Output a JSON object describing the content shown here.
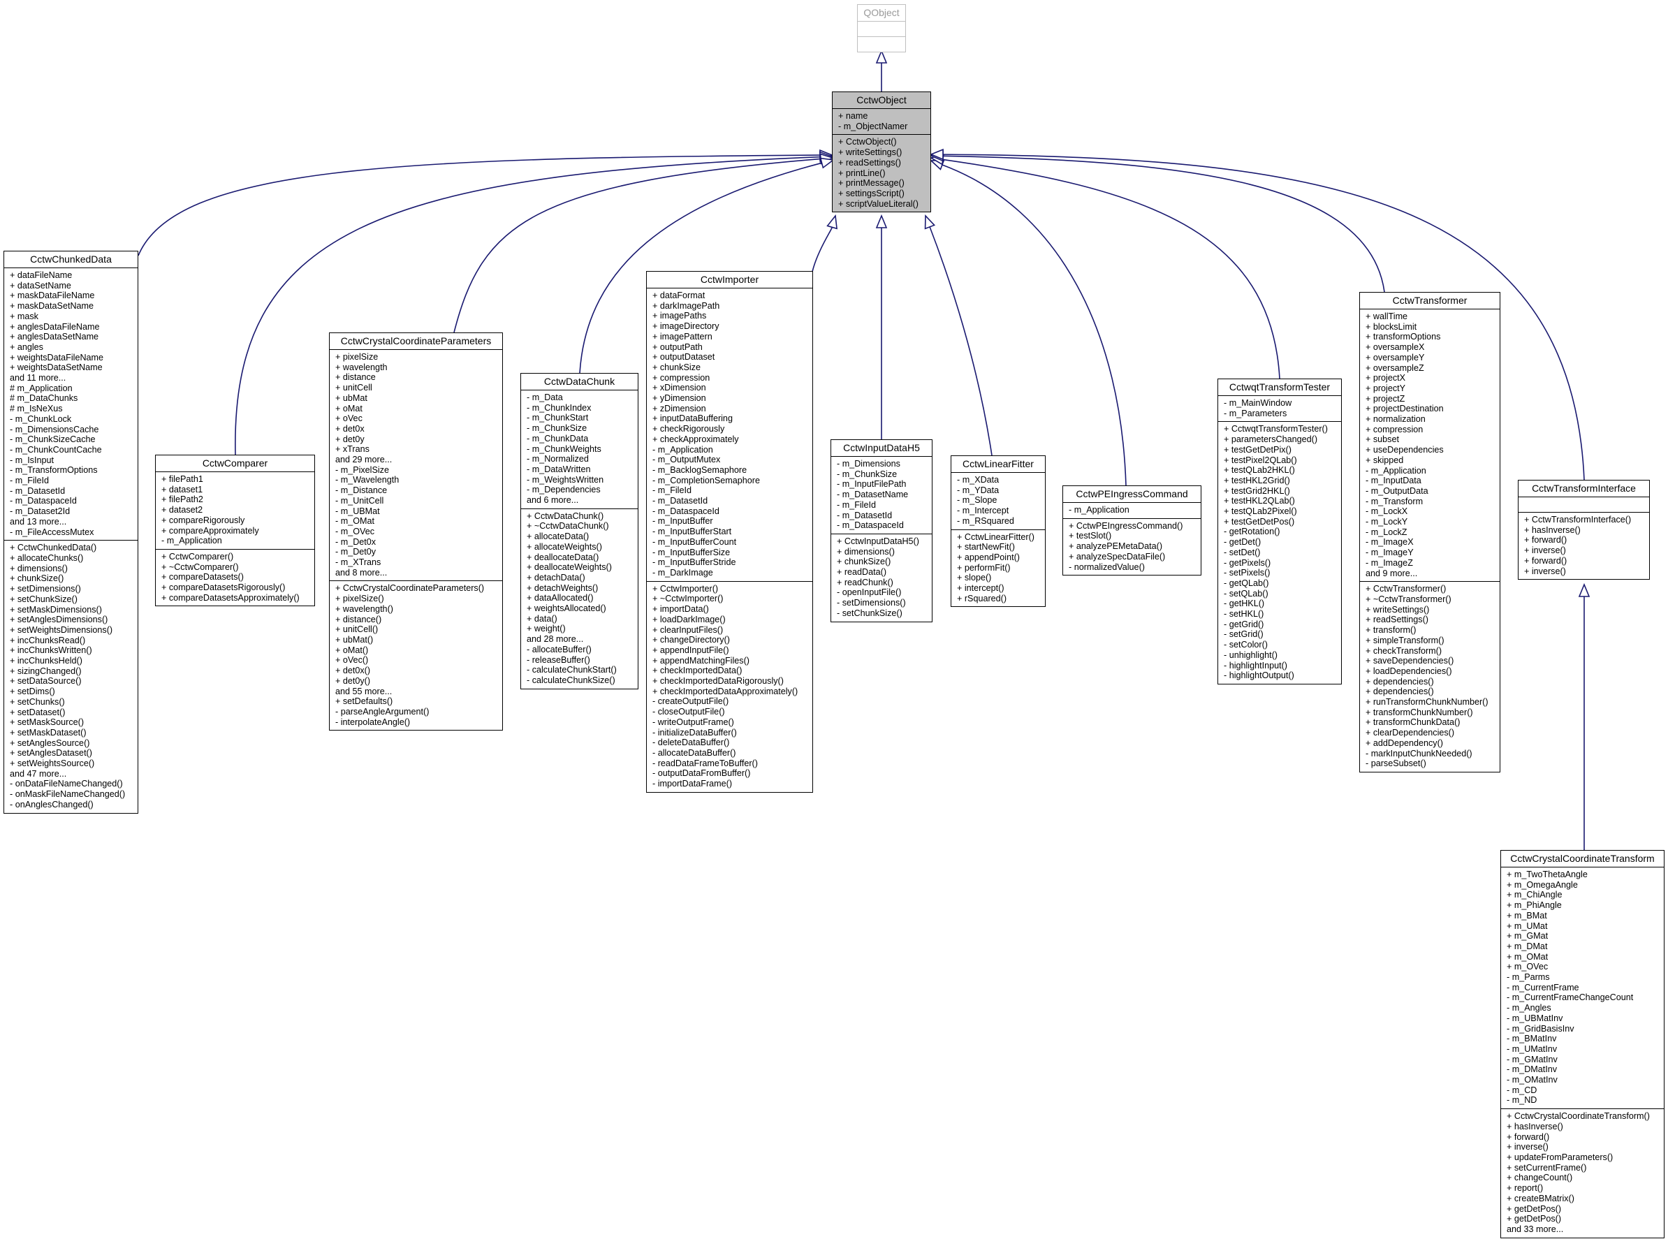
{
  "classes": {
    "qobject": {
      "name": "QObject",
      "attrs": [],
      "methods": []
    },
    "cctwobject": {
      "name": "CctwObject",
      "attrs": [
        "+ name",
        "- m_ObjectNamer"
      ],
      "methods": [
        "+ CctwObject()",
        "+ writeSettings()",
        "+ readSettings()",
        "+ printLine()",
        "+ printMessage()",
        "+ settingsScript()",
        "+ scriptValueLiteral()"
      ]
    },
    "chunkeddata": {
      "name": "CctwChunkedData",
      "attrs": [
        "+ dataFileName",
        "+ dataSetName",
        "+ maskDataFileName",
        "+ maskDataSetName",
        "+ mask",
        "+ anglesDataFileName",
        "+ anglesDataSetName",
        "+ angles",
        "+ weightsDataFileName",
        "+ weightsDataSetName",
        "and 11 more...",
        "# m_Application",
        "# m_DataChunks",
        "# m_IsNeXus",
        "- m_ChunkLock",
        "- m_DimensionsCache",
        "- m_ChunkSizeCache",
        "- m_ChunkCountCache",
        "- m_IsInput",
        "- m_TransformOptions",
        "- m_FileId",
        "- m_DatasetId",
        "- m_DataspaceId",
        "- m_Dataset2Id",
        "and 13 more...",
        "- m_FileAccessMutex"
      ],
      "methods": [
        "+ CctwChunkedData()",
        "+ allocateChunks()",
        "+ dimensions()",
        "+ chunkSize()",
        "+ setDimensions()",
        "+ setChunkSize()",
        "+ setMaskDimensions()",
        "+ setAnglesDimensions()",
        "+ setWeightsDimensions()",
        "+ incChunksRead()",
        "+ incChunksWritten()",
        "+ incChunksHeld()",
        "+ sizingChanged()",
        "+ setDataSource()",
        "+ setDims()",
        "+ setChunks()",
        "+ setDataset()",
        "+ setMaskSource()",
        "+ setMaskDataset()",
        "+ setAnglesSource()",
        "+ setAnglesDataset()",
        "+ setWeightsSource()",
        "and 47 more...",
        "- onDataFileNameChanged()",
        "- onMaskFileNameChanged()",
        "- onAnglesChanged()"
      ]
    },
    "comparer": {
      "name": "CctwComparer",
      "attrs": [
        "+ filePath1",
        "+ dataset1",
        "+ filePath2",
        "+ dataset2",
        "+ compareRigorously",
        "+ compareApproximately",
        "- m_Application"
      ],
      "methods": [
        "+ CctwComparer()",
        "+ ~CctwComparer()",
        "+ compareDatasets()",
        "+ compareDatasetsRigorously()",
        "+ compareDatasetsApproximately()"
      ]
    },
    "ccparams": {
      "name": "CctwCrystalCoordinateParameters",
      "attrs": [
        "+ pixelSize",
        "+ wavelength",
        "+ distance",
        "+ unitCell",
        "+ ubMat",
        "+ oMat",
        "+ oVec",
        "+ det0x",
        "+ det0y",
        "+ xTrans",
        "and 29 more...",
        "- m_PixelSize",
        "- m_Wavelength",
        "- m_Distance",
        "- m_UnitCell",
        "- m_UBMat",
        "- m_OMat",
        "- m_OVec",
        "- m_Det0x",
        "- m_Det0y",
        "- m_XTrans",
        "and 8 more..."
      ],
      "methods": [
        "+ CctwCrystalCoordinateParameters()",
        "+ pixelSize()",
        "+ wavelength()",
        "+ distance()",
        "+ unitCell()",
        "+ ubMat()",
        "+ oMat()",
        "+ oVec()",
        "+ det0x()",
        "+ det0y()",
        "and 55 more...",
        "+ setDefaults()",
        "- parseAngleArgument()",
        "- interpolateAngle()"
      ]
    },
    "datachunk": {
      "name": "CctwDataChunk",
      "attrs": [
        "- m_Data",
        "- m_ChunkIndex",
        "- m_ChunkStart",
        "- m_ChunkSize",
        "- m_ChunkData",
        "- m_ChunkWeights",
        "- m_Normalized",
        "- m_DataWritten",
        "- m_WeightsWritten",
        "- m_Dependencies",
        "and 6 more..."
      ],
      "methods": [
        "+ CctwDataChunk()",
        "+ ~CctwDataChunk()",
        "+ allocateData()",
        "+ allocateWeights()",
        "+ deallocateData()",
        "+ deallocateWeights()",
        "+ detachData()",
        "+ detachWeights()",
        "+ dataAllocated()",
        "+ weightsAllocated()",
        "+ data()",
        "+ weight()",
        "and 28 more...",
        "- allocateBuffer()",
        "- releaseBuffer()",
        "- calculateChunkStart()",
        "- calculateChunkSize()"
      ]
    },
    "importer": {
      "name": "CctwImporter",
      "attrs": [
        "+ dataFormat",
        "+ darkImagePath",
        "+ imagePaths",
        "+ imageDirectory",
        "+ imagePattern",
        "+ outputPath",
        "+ outputDataset",
        "+ chunkSize",
        "+ compression",
        "+ xDimension",
        "+ yDimension",
        "+ zDimension",
        "+ inputDataBuffering",
        "+ checkRigorously",
        "+ checkApproximately",
        "- m_Application",
        "- m_OutputMutex",
        "- m_BacklogSemaphore",
        "- m_CompletionSemaphore",
        "- m_FileId",
        "- m_DatasetId",
        "- m_DataspaceId",
        "- m_InputBuffer",
        "- m_InputBufferStart",
        "- m_InputBufferCount",
        "- m_InputBufferSize",
        "- m_InputBufferStride",
        "- m_DarkImage"
      ],
      "methods": [
        "+ CctwImporter()",
        "+ ~CctwImporter()",
        "+ importData()",
        "+ loadDarkImage()",
        "+ clearInputFiles()",
        "+ changeDirectory()",
        "+ appendInputFile()",
        "+ appendMatchingFiles()",
        "+ checkImportedData()",
        "+ checkImportedDataRigorously()",
        "+ checkImportedDataApproximately()",
        "- createOutputFile()",
        "- closeOutputFile()",
        "- writeOutputFrame()",
        "- initializeDataBuffer()",
        "- deleteDataBuffer()",
        "- allocateDataBuffer()",
        "- readDataFrameToBuffer()",
        "- outputDataFromBuffer()",
        "- importDataFrame()"
      ]
    },
    "inputh5": {
      "name": "CctwInputDataH5",
      "attrs": [
        "- m_Dimensions",
        "- m_ChunkSize",
        "- m_InputFilePath",
        "- m_DatasetName",
        "- m_FileId",
        "- m_DatasetId",
        "- m_DataspaceId"
      ],
      "methods": [
        "+ CctwInputDataH5()",
        "+ dimensions()",
        "+ chunkSize()",
        "+ readData()",
        "+ readChunk()",
        "- openInputFile()",
        "- setDimensions()",
        "- setChunkSize()"
      ]
    },
    "linearfitter": {
      "name": "CctwLinearFitter",
      "attrs": [
        "- m_XData",
        "- m_YData",
        "- m_Slope",
        "- m_Intercept",
        "- m_RSquared"
      ],
      "methods": [
        "+ CctwLinearFitter()",
        "+ startNewFit()",
        "+ appendPoint()",
        "+ performFit()",
        "+ slope()",
        "+ intercept()",
        "+ rSquared()"
      ]
    },
    "peingress": {
      "name": "CctwPEIngressCommand",
      "attrs": [
        "- m_Application"
      ],
      "methods": [
        "+ CctwPEIngressCommand()",
        "+ testSlot()",
        "+ analyzePEMetaData()",
        "+ analyzeSpecDataFile()",
        "- normalizedValue()"
      ]
    },
    "qttester": {
      "name": "CctwqtTransformTester",
      "attrs": [
        "- m_MainWindow",
        "- m_Parameters"
      ],
      "methods": [
        "+ CctwqtTransformTester()",
        "+ parametersChanged()",
        "+ testGetDetPix()",
        "+ testPixel2QLab()",
        "+ testQLab2HKL()",
        "+ testHKL2Grid()",
        "+ testGrid2HKL()",
        "+ testHKL2QLab()",
        "+ testQLab2Pixel()",
        "+ testGetDetPos()",
        "- getRotation()",
        "- getDet()",
        "- setDet()",
        "- getPixels()",
        "- setPixels()",
        "- getQLab()",
        "- setQLab()",
        "- getHKL()",
        "- setHKL()",
        "- getGrid()",
        "- setGrid()",
        "- setColor()",
        "- unhighlight()",
        "- highlightInput()",
        "- highlightOutput()"
      ]
    },
    "transformer": {
      "name": "CctwTransformer",
      "attrs": [
        "+ wallTime",
        "+ blocksLimit",
        "+ transformOptions",
        "+ oversampleX",
        "+ oversampleY",
        "+ oversampleZ",
        "+ projectX",
        "+ projectY",
        "+ projectZ",
        "+ projectDestination",
        "+ normalization",
        "+ compression",
        "+ subset",
        "+ useDependencies",
        "+ skipped",
        "- m_Application",
        "- m_InputData",
        "- m_OutputData",
        "- m_Transform",
        "- m_LockX",
        "- m_LockY",
        "- m_LockZ",
        "- m_ImageX",
        "- m_ImageY",
        "- m_ImageZ",
        "and 9 more..."
      ],
      "methods": [
        "+ CctwTransformer()",
        "+ ~CctwTransformer()",
        "+ writeSettings()",
        "+ readSettings()",
        "+ transform()",
        "+ simpleTransform()",
        "+ checkTransform()",
        "+ saveDependencies()",
        "+ loadDependencies()",
        "+ dependencies()",
        "+ dependencies()",
        "+ runTransformChunkNumber()",
        "+ transformChunkNumber()",
        "+ transformChunkData()",
        "+ clearDependencies()",
        "+ addDependency()",
        "- markInputChunkNeeded()",
        "- parseSubset()"
      ]
    },
    "tinterface": {
      "name": "CctwTransformInterface",
      "attrs": [],
      "methods": [
        "+ CctwTransformInterface()",
        "+ hasInverse()",
        "+ forward()",
        "+ inverse()",
        "+ forward()",
        "+ inverse()"
      ]
    },
    "cctransform": {
      "name": "CctwCrystalCoordinateTransform",
      "attrs": [
        "+ m_TwoThetaAngle",
        "+ m_OmegaAngle",
        "+ m_ChiAngle",
        "+ m_PhiAngle",
        "+ m_BMat",
        "+ m_UMat",
        "+ m_GMat",
        "+ m_DMat",
        "+ m_OMat",
        "+ m_OVec",
        "- m_Parms",
        "- m_CurrentFrame",
        "- m_CurrentFrameChangeCount",
        "- m_Angles",
        "- m_UBMatInv",
        "- m_GridBasisInv",
        "- m_BMatInv",
        "- m_UMatInv",
        "- m_GMatInv",
        "- m_DMatInv",
        "- m_OMatInv",
        "- m_CD",
        "- m_ND"
      ],
      "methods": [
        "+ CctwCrystalCoordinateTransform()",
        "+ hasInverse()",
        "+ forward()",
        "+ inverse()",
        "+ updateFromParameters()",
        "+ setCurrentFrame()",
        "+ changeCount()",
        "+ report()",
        "+ createBMatrix()",
        "+ getDetPos()",
        "+ getDetPos()",
        "and 33 more..."
      ]
    }
  },
  "colors": {
    "edge": "#191970",
    "base_fill": "#bfbfbf",
    "faded_border": "#bfbfbf"
  }
}
